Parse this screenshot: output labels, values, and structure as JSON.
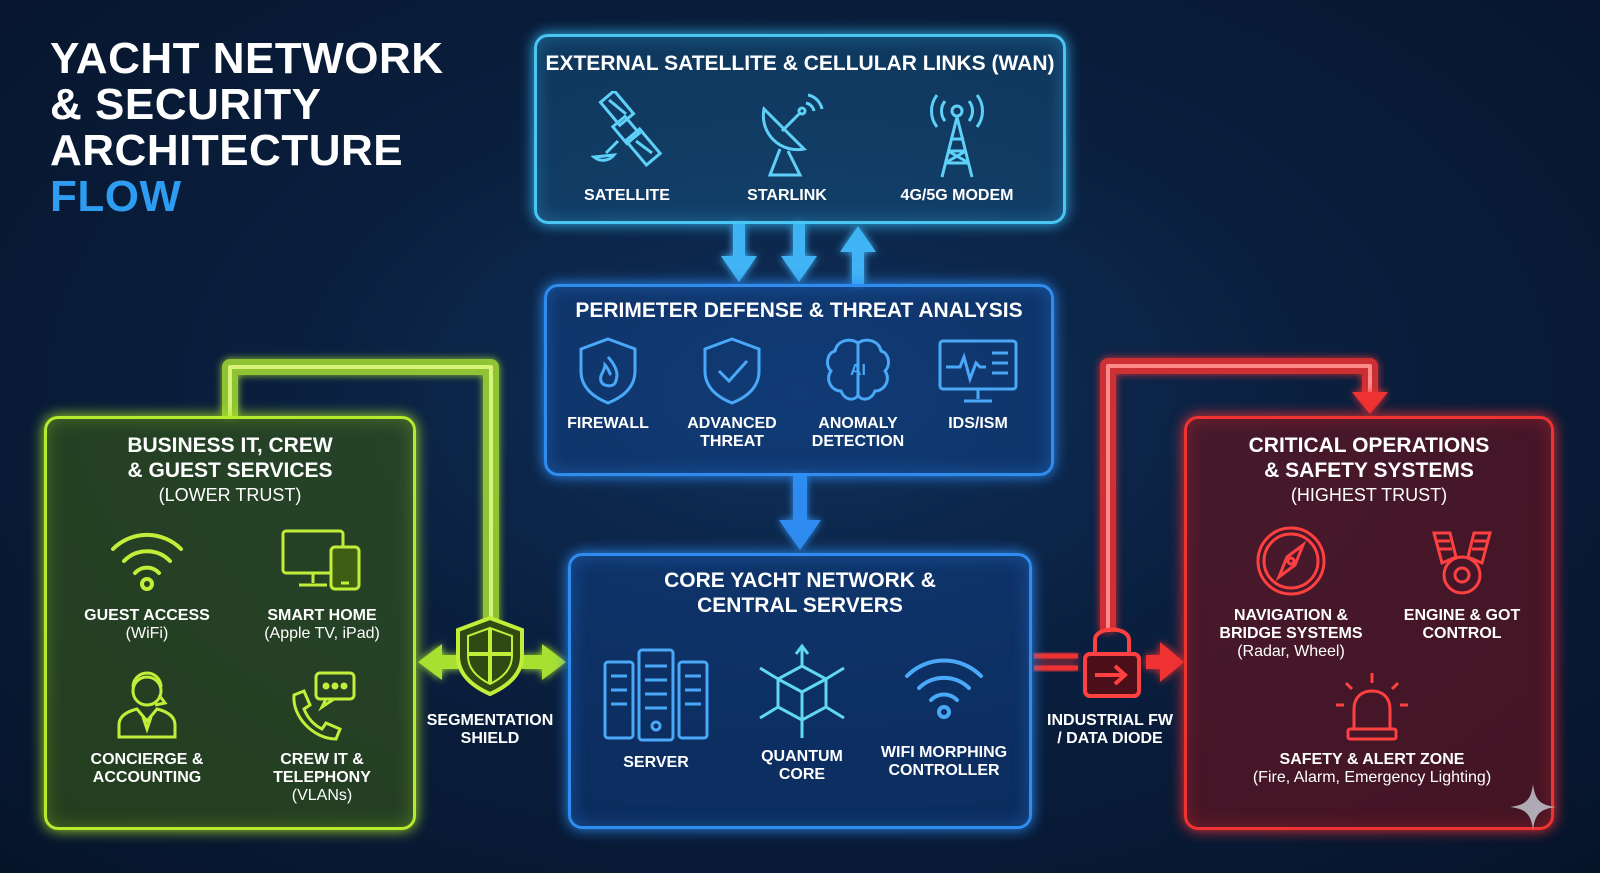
{
  "title": {
    "line1": "YACHT NETWORK",
    "line2": "& SECURITY",
    "line3": "ARCHITECTURE",
    "accent": "FLOW"
  },
  "colors": {
    "background": "#0a1f3f",
    "wan": "#49c6f2",
    "blue": "#2f8cf0",
    "green": "#b6ea2c",
    "red": "#ef3232",
    "accent": "#2e9cf0"
  },
  "wan": {
    "heading": "EXTERNAL SATELLITE & CELLULAR LINKS (WAN)",
    "items": [
      {
        "label": "SATELLITE",
        "icon": "satellite-icon"
      },
      {
        "label": "STARLINK",
        "icon": "satellite-dish-icon"
      },
      {
        "label": "4G/5G MODEM",
        "icon": "cell-tower-icon"
      }
    ]
  },
  "perimeter": {
    "heading": "PERIMETER DEFENSE & THREAT ANALYSIS",
    "items": [
      {
        "label1": "FIREWALL",
        "label2": "",
        "icon": "shield-fire-icon"
      },
      {
        "label1": "ADVANCED",
        "label2": "THREAT",
        "icon": "shield-check-icon"
      },
      {
        "label1": "ANOMALY",
        "label2": "DETECTION",
        "icon": "ai-brain-icon"
      },
      {
        "label1": "IDS/ISM",
        "label2": "",
        "icon": "monitor-pulse-icon"
      }
    ]
  },
  "core": {
    "heading1": "CORE YACHT NETWORK &",
    "heading2": "CENTRAL SERVERS",
    "items": [
      {
        "label1": "SERVER",
        "label2": "",
        "icon": "server-rack-icon"
      },
      {
        "label1": "QUANTUM",
        "label2": "CORE",
        "icon": "cube-network-icon"
      },
      {
        "label1": "WIFI MORPHING",
        "label2": "CONTROLLER",
        "icon": "wifi-icon"
      }
    ]
  },
  "business": {
    "heading1": "BUSINESS IT, CREW",
    "heading2": "& GUEST SERVICES",
    "trust": "(LOWER TRUST)",
    "items": [
      {
        "label1": "GUEST ACCESS",
        "label2": "",
        "detail": "(WiFi)",
        "icon": "wifi-icon"
      },
      {
        "label1": "SMART HOME",
        "label2": "",
        "detail": "(Apple TV, iPad)",
        "icon": "devices-icon"
      },
      {
        "label1": "CONCIERGE &",
        "label2": "ACCOUNTING",
        "detail": "",
        "icon": "concierge-icon"
      },
      {
        "label1": "CREW IT &",
        "label2": "TELEPHONY",
        "detail": "(VLANs)",
        "icon": "phone-chat-icon"
      }
    ]
  },
  "critical": {
    "heading1": "CRITICAL OPERATIONS",
    "heading2": "& SAFETY SYSTEMS",
    "trust": "(HIGHEST TRUST)",
    "items": [
      {
        "label1": "NAVIGATION &",
        "label2": "BRIDGE SYSTEMS",
        "detail": "(Radar, Wheel)",
        "icon": "compass-icon"
      },
      {
        "label1": "ENGINE & GOT",
        "label2": "CONTROL",
        "detail": "",
        "icon": "engine-icon"
      },
      {
        "label1": "SAFETY & ALERT ZONE",
        "label2": "",
        "detail": "(Fire, Alarm, Emergency Lighting)",
        "icon": "siren-icon"
      }
    ]
  },
  "shield": {
    "label1": "SEGMENTATION",
    "label2": "SHIELD",
    "icon": "shield-cross-icon"
  },
  "diode": {
    "label1": "INDUSTRIAL FW",
    "label2": "/ DATA DIODE",
    "icon": "padlock-arrow-icon"
  }
}
